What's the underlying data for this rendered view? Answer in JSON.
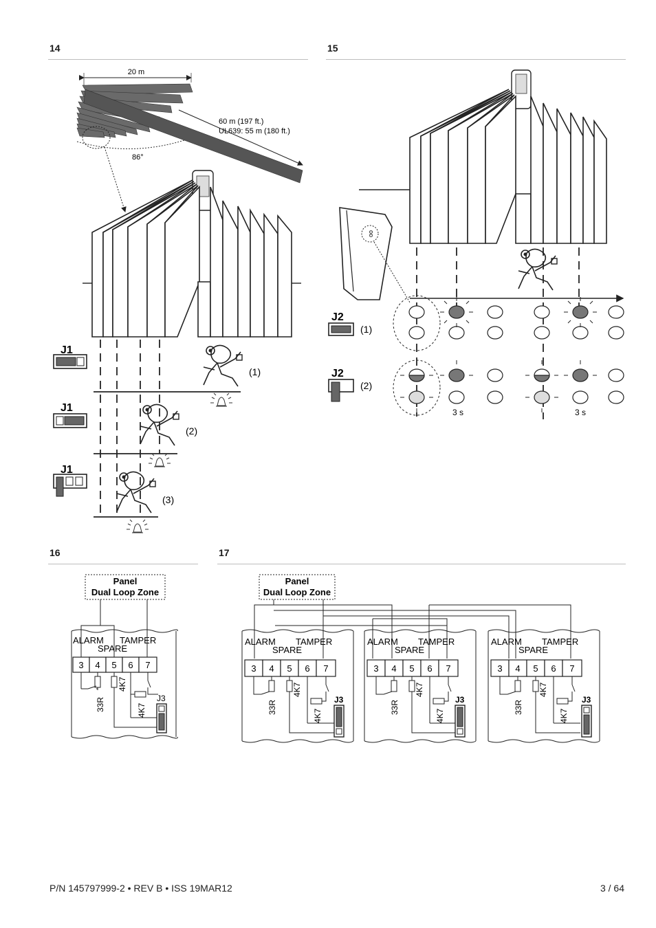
{
  "figures": {
    "f14": {
      "number": "14",
      "width_label": "20 m",
      "range_label": "60 m (197 ft.)",
      "range_label_ul": "UL639: 55 m (180 ft.)",
      "angle_label": "86°",
      "jumper_label": "J1",
      "mode_labels": [
        "(1)",
        "(2)",
        "(3)"
      ]
    },
    "f15": {
      "number": "15",
      "jumper_label": "J2",
      "mode_labels": [
        "(1)",
        "(2)"
      ],
      "time_label": "3 s"
    },
    "f16": {
      "number": "16",
      "panel_title": "Panel",
      "panel_subtitle": "Dual  Loop  Zone",
      "alarm_label": "ALARM",
      "tamper_label": "TAMPER",
      "spare_label": "SPARE",
      "terminals": [
        "3",
        "4",
        "5",
        "6",
        "7"
      ],
      "resistor_33r": "33R",
      "resistor_4k7": "4K7",
      "jumper_label": "J3"
    },
    "f17": {
      "number": "17",
      "panel_title": "Panel",
      "panel_subtitle": "Dual  Loop  Zone",
      "alarm_label": "ALARM",
      "tamper_label": "TAMPER",
      "spare_label": "SPARE",
      "terminals": [
        "3",
        "4",
        "5",
        "6",
        "7"
      ],
      "resistor_33r": "33R",
      "resistor_4k7": "4K7",
      "jumper_label": "J3"
    }
  },
  "footer": {
    "part_number": "P/N 145797999-2 • REV B • ISS 19MAR12",
    "page": "3 / 64"
  }
}
